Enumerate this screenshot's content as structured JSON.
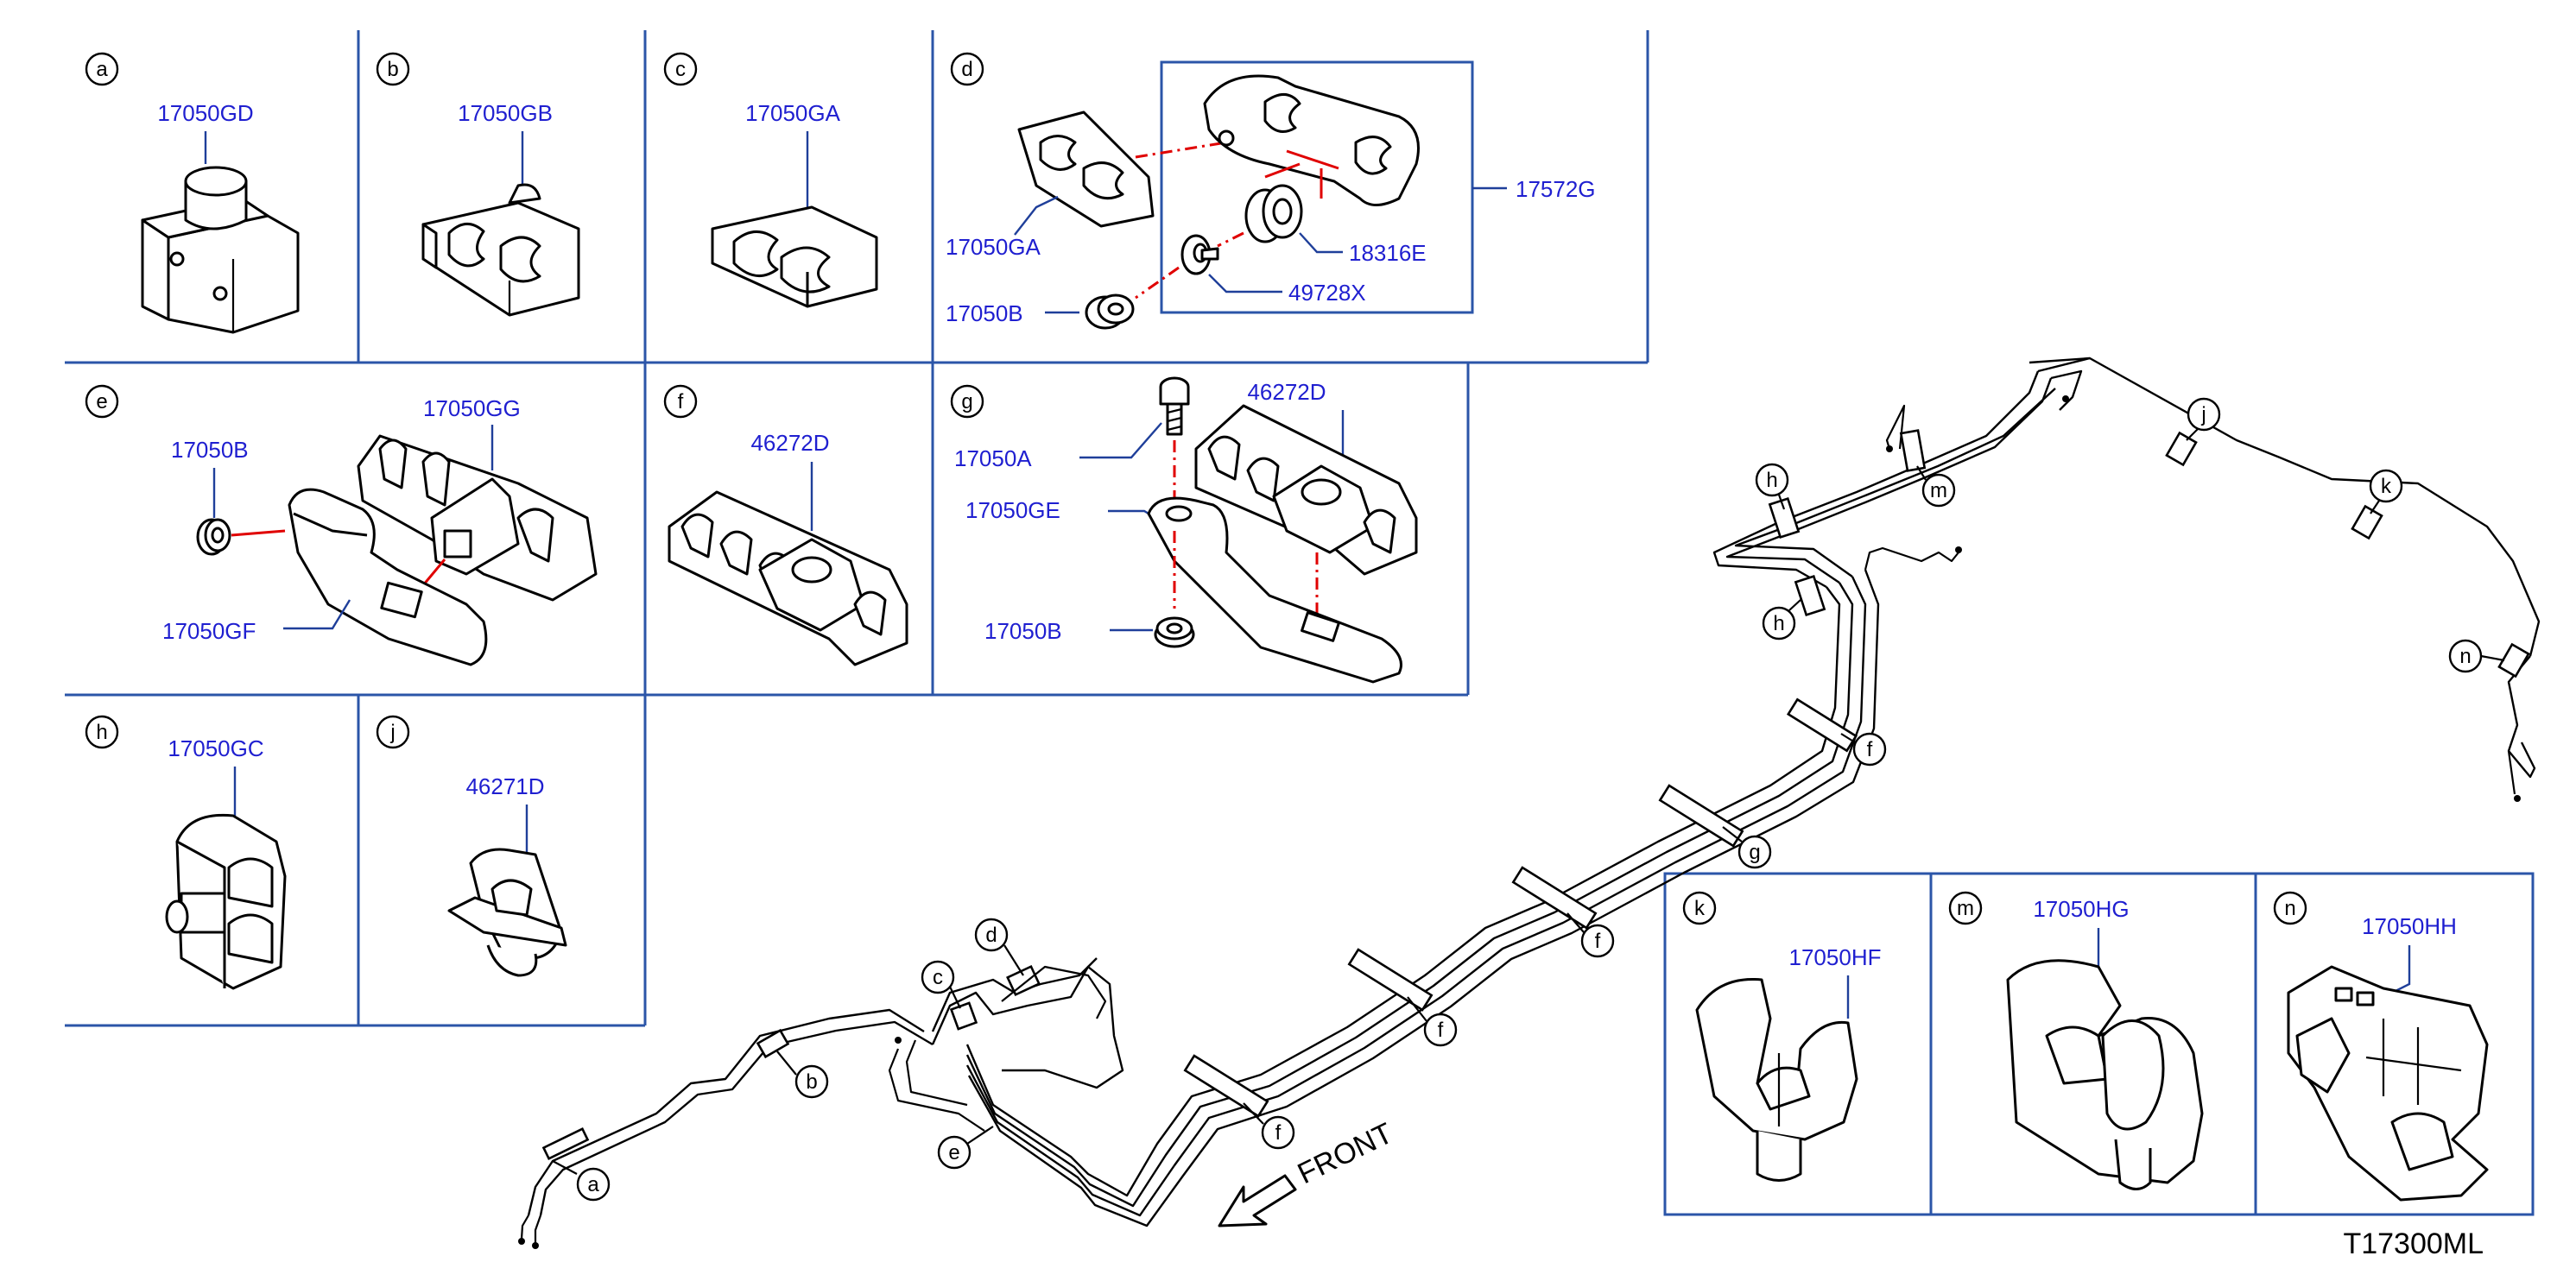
{
  "panels": {
    "a": {
      "letter": "a",
      "part": "17050GD"
    },
    "b": {
      "letter": "b",
      "part": "17050GB"
    },
    "c": {
      "letter": "c",
      "part": "17050GA"
    },
    "d": {
      "letter": "d",
      "parts": {
        "clip": "17050GA",
        "bracket": "17572G",
        "grommet": "18316E",
        "washer": "49728X",
        "nut": "17050B"
      }
    },
    "e": {
      "letter": "e",
      "parts": {
        "nut": "17050B",
        "clip": "17050GG",
        "bracket": "17050GF"
      }
    },
    "f": {
      "letter": "f",
      "part": "46272D"
    },
    "g": {
      "letter": "g",
      "parts": {
        "clip": "46272D",
        "bolt": "17050A",
        "bracket": "17050GE",
        "nut": "17050B"
      }
    },
    "h": {
      "letter": "h",
      "part": "17050GC"
    },
    "j": {
      "letter": "j",
      "part": "46271D"
    },
    "k": {
      "letter": "k",
      "part": "17050HF"
    },
    "m": {
      "letter": "m",
      "part": "17050HG"
    },
    "n": {
      "letter": "n",
      "part": "17050HH"
    }
  },
  "main_callouts": {
    "a": "a",
    "b": "b",
    "c": "c",
    "d": "d",
    "e": "e",
    "f1": "f",
    "f2": "f",
    "f3": "f",
    "f4": "f",
    "g": "g",
    "h1": "h",
    "h2": "h",
    "j": "j",
    "k": "k",
    "m": "m",
    "n": "n"
  },
  "front_label": "FRONT",
  "diagram_code": "T17300ML"
}
